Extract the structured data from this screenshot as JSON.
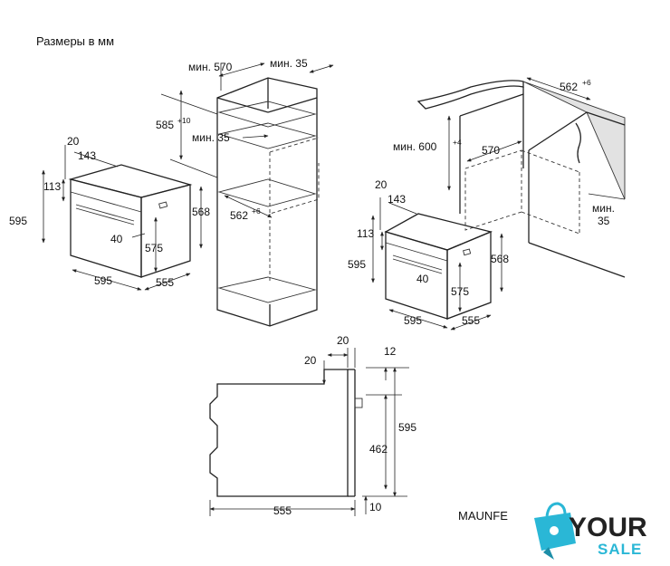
{
  "header": {
    "title": "Размеры в мм"
  },
  "oven_front": {
    "d_20": "20",
    "d_143": "143",
    "d_113": "113",
    "d_595_h": "595",
    "d_40": "40",
    "d_575": "575",
    "d_568": "568",
    "d_595_w": "595",
    "d_555": "555"
  },
  "tall_cabinet": {
    "min_570_prefix": "мин.",
    "min_570_val": "570",
    "min_35_top_prefix": "мин.",
    "min_35_top_val": "35",
    "d_585_base": "585",
    "d_585_sup": "+10",
    "min_35_mid_prefix": "мин.",
    "min_35_mid_val": "35",
    "d_562_base": "562",
    "d_562_sup": "+6"
  },
  "undercounter": {
    "d_562_base": "562",
    "d_562_sup": "+6",
    "min_600_prefix": "мин.",
    "min_600_base": "600",
    "min_600_sup": "+4",
    "min_570_val": "570",
    "min_35_prefix": "мин.",
    "min_35_val": "35"
  },
  "oven_front_2": {
    "d_20": "20",
    "d_143": "143",
    "d_113": "113",
    "d_595_h": "595",
    "d_40": "40",
    "d_575": "575",
    "d_568": "568",
    "d_595_w": "595",
    "d_555": "555"
  },
  "side_view": {
    "d_20_top": "20",
    "d_20_left": "20",
    "d_12": "12",
    "d_595": "595",
    "d_462": "462",
    "d_555": "555",
    "d_10": "10"
  },
  "footer": {
    "brand": "MAUNFE"
  },
  "logo": {
    "main": "YOUR",
    "sub": "SALE",
    "accent_color": "#2ab7d6"
  }
}
